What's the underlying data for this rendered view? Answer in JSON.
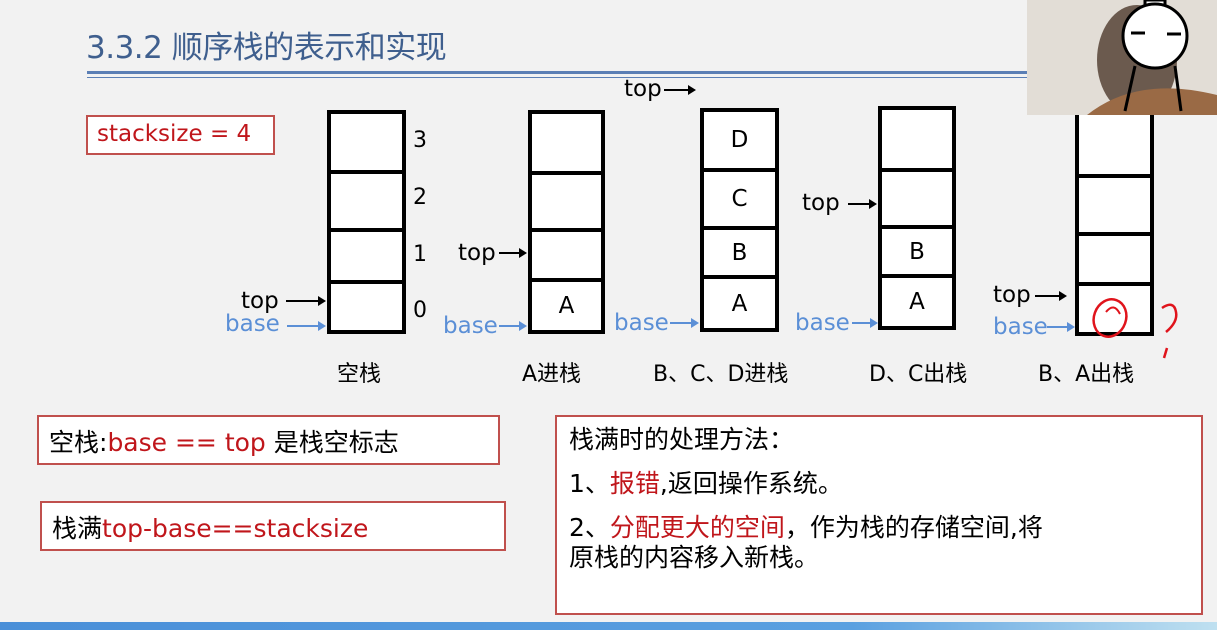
{
  "slide": {
    "title": "3.3.2 顺序栈的表示和实现",
    "stacksize_label": "stacksize = 4"
  },
  "diagram": {
    "index_labels": [
      "3",
      "2",
      "1",
      "0"
    ],
    "pointer_labels": {
      "top": "top",
      "base": "base"
    },
    "stacks": [
      {
        "caption": "空栈",
        "cells_top_to_bottom": [
          "",
          "",
          "",
          ""
        ],
        "top_at": "cell-0",
        "base_at": "cell-0"
      },
      {
        "caption": "A进栈",
        "cells_top_to_bottom": [
          "",
          "",
          "",
          "A"
        ],
        "top_at": "cell-1",
        "base_at": "cell-0"
      },
      {
        "caption": "B、C、D进栈",
        "cells_top_to_bottom": [
          "D",
          "C",
          "B",
          "A"
        ],
        "top_at": "above-cell-3",
        "base_at": "cell-0"
      },
      {
        "caption": "D、C出栈",
        "cells_top_to_bottom": [
          "",
          "",
          "B",
          "A"
        ],
        "top_at": "cell-2",
        "base_at": "cell-0"
      },
      {
        "caption": "B、A出栈",
        "cells_top_to_bottom": [
          "",
          "",
          "",
          ""
        ],
        "top_at": "cell-0",
        "base_at": "cell-0",
        "annotation": "red handwritten circle and question mark"
      }
    ]
  },
  "notes": {
    "empty_prefix": "空栈:",
    "empty_cond": "base == top",
    "empty_suffix": " 是栈空标志",
    "full_prefix": "栈满",
    "full_cond": "top-base==stacksize"
  },
  "overflow": {
    "heading": "栈满时的处理方法：",
    "item1_num": "1、",
    "item1_red": "报错",
    "item1_rest": ",返回操作系统。",
    "item2_num": "2、",
    "item2_red": "分配更大的空间",
    "item2_rest": "，作为栈的存储空间,将",
    "item2_cont": "原栈的内容移入新栈。"
  },
  "colors": {
    "title": "#3f5f8e",
    "accent_red": "#c0161b",
    "box_border": "#c0504d",
    "base_blue": "#5b8fd6",
    "bottom_bar": "#4a8fd8"
  }
}
